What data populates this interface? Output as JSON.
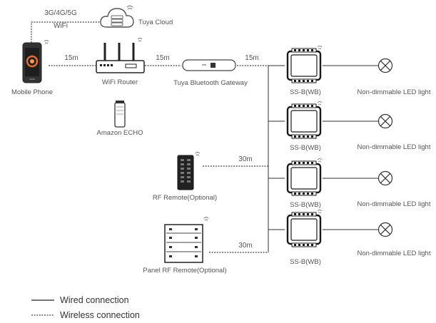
{
  "network": {
    "cellular_label": "3G/4G/5G",
    "wifi_label": "WiFi",
    "cloud_label": "Tuya Cloud",
    "phone_label": "Mobile Phone",
    "router_label": "WiFi Router",
    "gateway_label": "Tuya Bluetooth Gateway",
    "echo_label": "Amazon ECHO",
    "dist_phone_router": "15m",
    "dist_router_gateway": "15m",
    "dist_gateway_controllers": "15m"
  },
  "remotes": {
    "rf_label": "RF Remote(Optional)",
    "rf_distance": "30m",
    "panel_label": "Panel RF Remote(Optional)",
    "panel_distance": "30m"
  },
  "controllers": [
    {
      "label": "SS-B(WB)",
      "light_label": "Non-dimmable LED light"
    },
    {
      "label": "SS-B(WB)",
      "light_label": "Non-dimmable LED light"
    },
    {
      "label": "SS-B(WB)",
      "light_label": "Non-dimmable LED light"
    },
    {
      "label": "SS-B(WB)",
      "light_label": "Non-dimmable LED light"
    }
  ],
  "legend": {
    "wired_label": "Wired connection",
    "wireless_label": "Wireless connection"
  }
}
